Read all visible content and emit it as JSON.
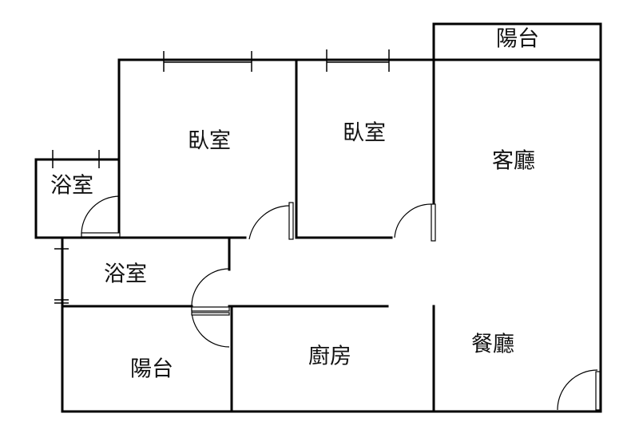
{
  "rooms": {
    "balcony_top": "陽台",
    "bedroom_left": "臥室",
    "bedroom_middle": "臥室",
    "living_room": "客廳",
    "bathroom_small": "浴室",
    "bathroom_lower": "浴室",
    "balcony_bottom": "陽台",
    "kitchen": "廚房",
    "dining_room": "餐廳"
  }
}
